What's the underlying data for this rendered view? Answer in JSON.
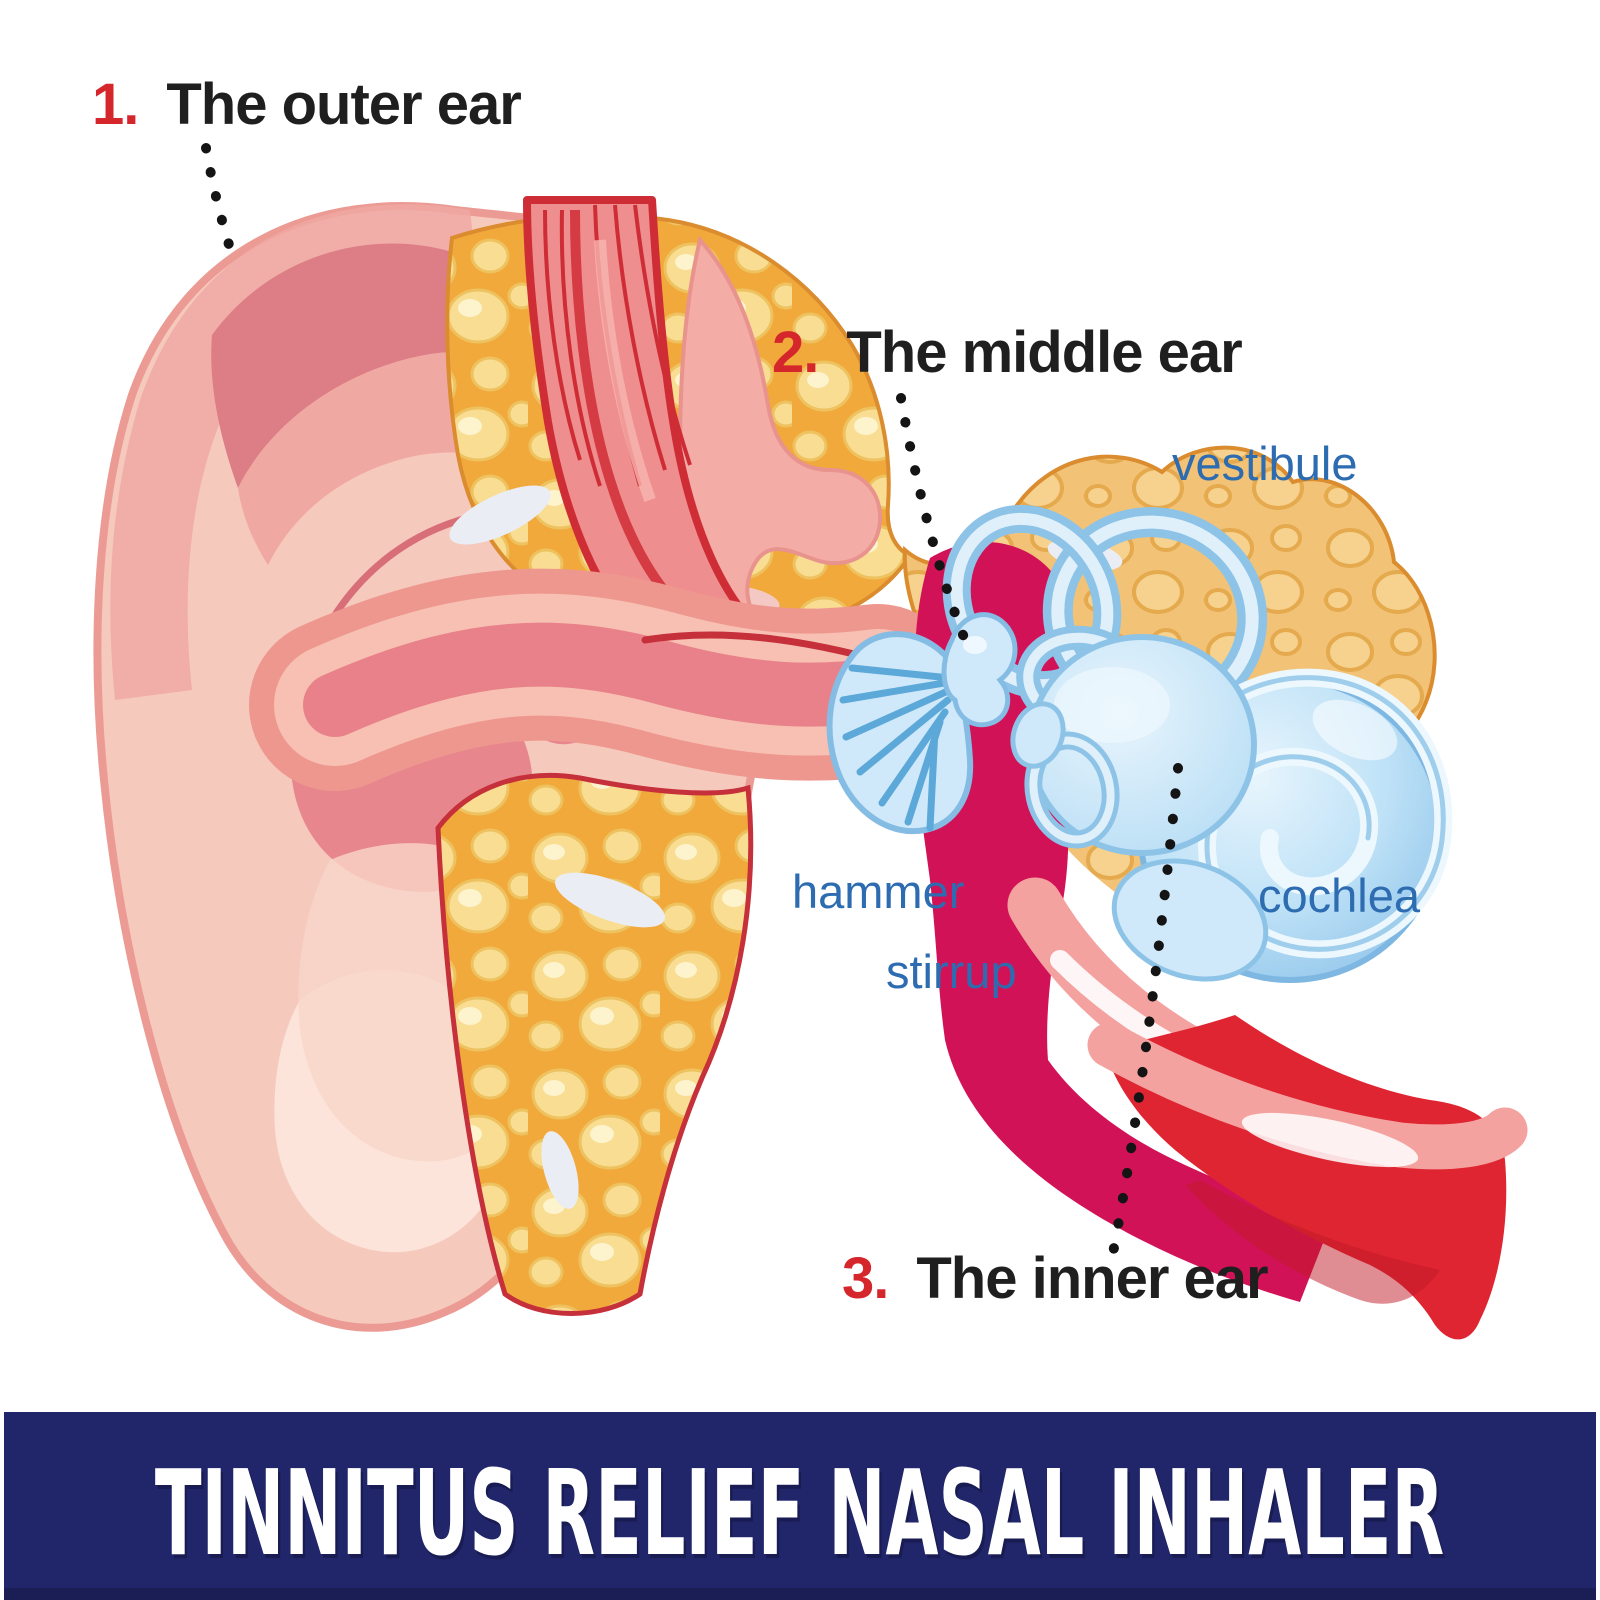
{
  "diagram": {
    "title_labels": [
      {
        "id": "outer",
        "number": "1.",
        "label": "The outer ear"
      },
      {
        "id": "middle",
        "number": "2.",
        "label": "The middle ear"
      },
      {
        "id": "inner",
        "number": "3.",
        "label": "The inner ear"
      }
    ],
    "part_labels": [
      {
        "id": "vestibule",
        "label": "vestibule"
      },
      {
        "id": "hammer",
        "label": "hammer"
      },
      {
        "id": "stirrup",
        "label": "stirrup"
      },
      {
        "id": "cochlea",
        "label": "cochlea"
      }
    ],
    "colors": {
      "number_red": "#d5262c",
      "heading_text": "#1f1f1f",
      "part_label_blue": "#2d6cb0",
      "skin_pink": "#f6c9bd",
      "skin_shadow_pink": "#dd7d86",
      "bone_orange": "#f1a93c",
      "bone_bubble_yellow": "#f9e09b",
      "muscle_red": "#cf2d36",
      "cavity_magenta": "#d21257",
      "tube_red": "#df2531",
      "inner_ear_blue_fill": "#cfe9fa",
      "inner_ear_blue_line": "#8ec3e8"
    }
  },
  "banner": {
    "title": "TINNITUS RELIEF NASAL INHALER",
    "background": "#21266a",
    "text_color": "#ffffff"
  }
}
